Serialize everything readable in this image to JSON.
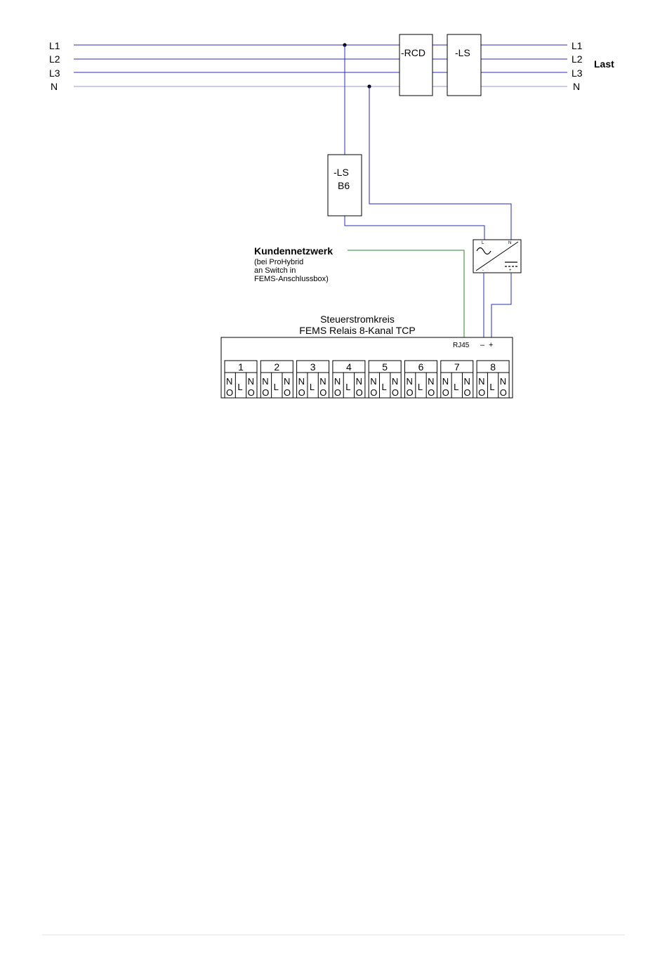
{
  "colors": {
    "mains": "#2b2bb8",
    "neutral": "#9999cc",
    "network": "#2e7d32",
    "bus": "#888888",
    "frame": "#000000"
  },
  "lines_left": [
    "L1",
    "L2",
    "L3",
    "N"
  ],
  "lines_right": [
    "L1",
    "L2",
    "L3",
    "N"
  ],
  "load_label": "Last",
  "rcd_label": "-RCD",
  "ls_main_label": "-LS",
  "ls_b6": {
    "line1": "-LS",
    "line2": "B6"
  },
  "psu": {
    "terminal_l": "L",
    "terminal_n": "N",
    "terminal_minus": "-",
    "terminal_plus": "+"
  },
  "network": {
    "title": "Kundennetzwerk",
    "note": [
      "(bei ProHybrid",
      "an Switch in",
      "FEMS-Anschlussbox)"
    ]
  },
  "relay": {
    "title1": "Steuerstromkreis",
    "title2": "FEMS Relais 8-Kanal TCP",
    "rj45": "RJ45",
    "minus": "–",
    "plus": "+",
    "channels": [
      "1",
      "2",
      "3",
      "4",
      "5",
      "6",
      "7",
      "8"
    ],
    "contact_labels": {
      "no_top": "N",
      "no_bottom": "O",
      "l": "L"
    }
  }
}
